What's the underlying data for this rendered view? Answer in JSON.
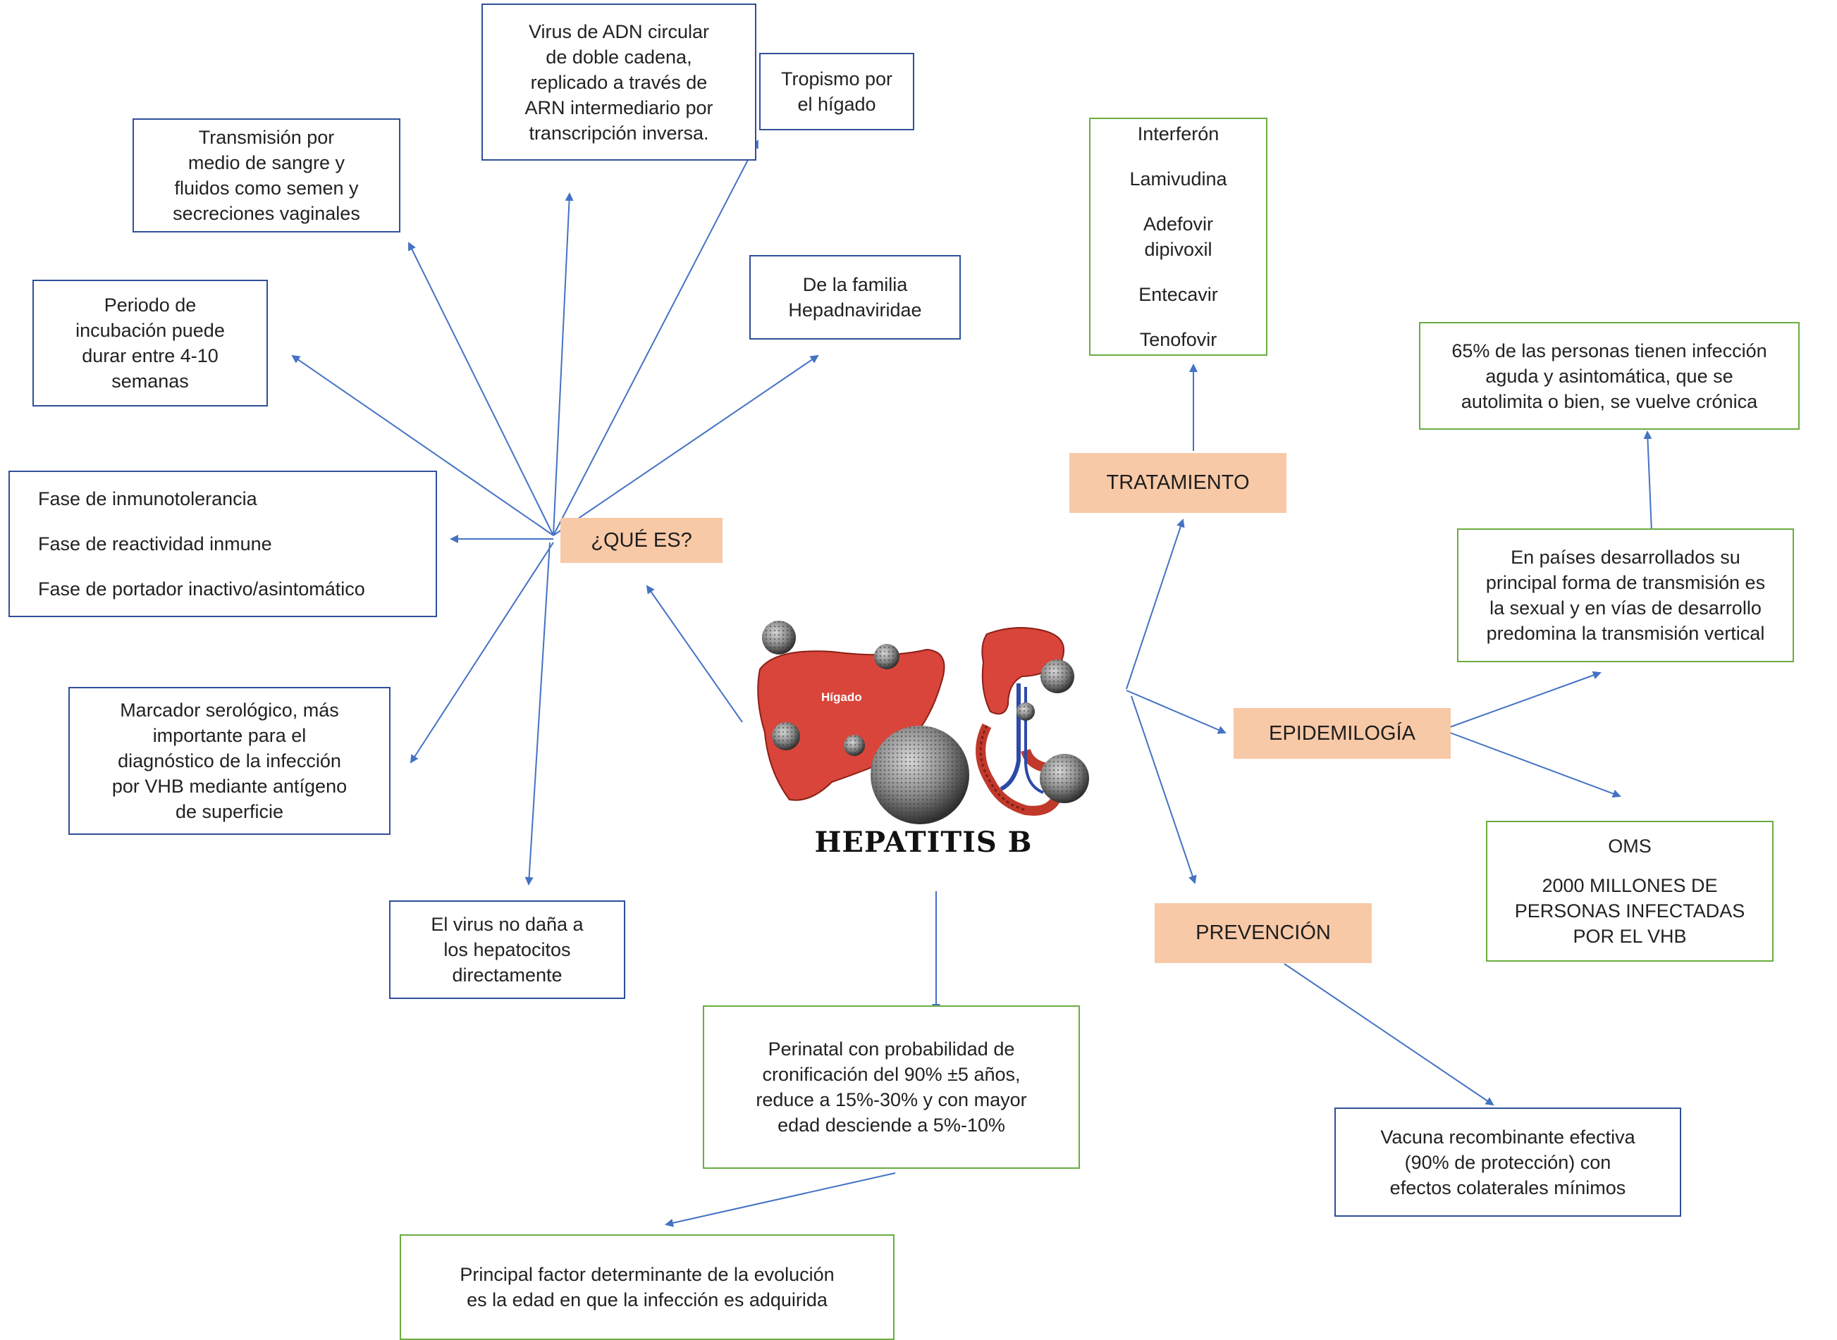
{
  "center": {
    "title": "HEPATITIS B",
    "illustration_label": "Hígado"
  },
  "categories": {
    "que_es": "¿QUÉ ES?",
    "tratamiento": "TRATAMIENTO",
    "epidemiologia": "EPIDEMILOGÍA",
    "prevencion": "PREVENCIÓN"
  },
  "que_es": {
    "virus_adn": "Virus de ADN circular\nde doble cadena,\nreplicado a través de\nARN intermediario por\ntranscripción inversa.",
    "tropismo": "Tropismo por\nel hígado",
    "transmision": "Transmisión por\nmedio de sangre y\nfluidos como semen y\nsecreciones vaginales",
    "familia": "De la familia\nHepadnaviridae",
    "incubacion": "Periodo de\nincubación puede\ndurar entre 4-10\nsemanas",
    "fases": [
      "Fase de inmunotolerancia",
      "Fase de reactividad inmune",
      "Fase de portador inactivo/asintomático"
    ],
    "marcador": "Marcador serológico, más\nimportante para el\ndiagnóstico de la infección\npor VHB mediante antígeno\nde superficie",
    "no_dana": "El virus no daña a\nlos hepatocitos\ndirectamente"
  },
  "tratamiento": {
    "drugs": [
      "Interferón",
      "Lamivudina",
      "Adefovir\ndipivoxil",
      "Entecavir",
      "Tenofovir"
    ]
  },
  "epidemiologia": {
    "aguda": "65% de las personas tienen infección\naguda y asintomática, que se\nautolimita o bien, se vuelve crónica",
    "transmision": "En países desarrollados su\nprincipal forma de transmisión es\nla sexual y en vías de desarrollo\npredomina la transmisión vertical",
    "oms_title": "OMS",
    "oms_text": "2000 MILLONES DE\nPERSONAS INFECTADAS\nPOR EL VHB"
  },
  "prevencion": {
    "vacuna": "Vacuna recombinante efectiva\n(90% de protección) con\nefectos colaterales mínimos"
  },
  "evolucion": {
    "perinatal": "Perinatal con probabilidad de\ncronificación del 90% ±5 años,\nreduce a 15%-30% y con mayor\nedad desciende a 5%-10%",
    "factor": "Principal factor determinante de la evolución\nes la edad en que la infección es adquirida"
  },
  "colors": {
    "arrow": "#4472c4",
    "blue_border": "#2f4f9a",
    "green_border": "#6aad3f",
    "category_fill": "#f8c9a7",
    "liver": "#d9453a",
    "virus": "#8a8a8a"
  },
  "icons": [
    "liver-illustration",
    "virus-particle-icon",
    "intestine-illustration"
  ]
}
